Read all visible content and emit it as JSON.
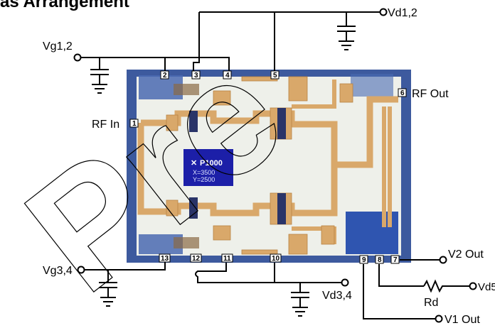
{
  "title": "as Arrangement",
  "watermark": "Pre",
  "labels": {
    "vd12": "Vd1,2",
    "vg12": "Vg1,2",
    "rf_in": "RF In",
    "rf_out": "RF Out",
    "vg34": "Vg3,4",
    "vd34": "Vd3,4",
    "v2_out": "V2 Out",
    "vd5": "Vd5",
    "rd": "Rd",
    "v1_out": "V1 Out"
  },
  "chip": {
    "logo_text": "P1000",
    "coord_x": "X=3500",
    "coord_y": "Y=2500"
  },
  "pads": {
    "p1": "1",
    "p2": "2",
    "p3": "3",
    "p4": "4",
    "p5": "5",
    "p6": "6",
    "p7": "7",
    "p8": "8",
    "p9": "9",
    "p10": "10",
    "p11": "11",
    "p12": "12",
    "p13": "13"
  },
  "colors": {
    "substrate": "#3d5a9e",
    "die_face": "#eef0ea",
    "gold": "#d9a86a",
    "label_chip": "#1c1fa8"
  }
}
